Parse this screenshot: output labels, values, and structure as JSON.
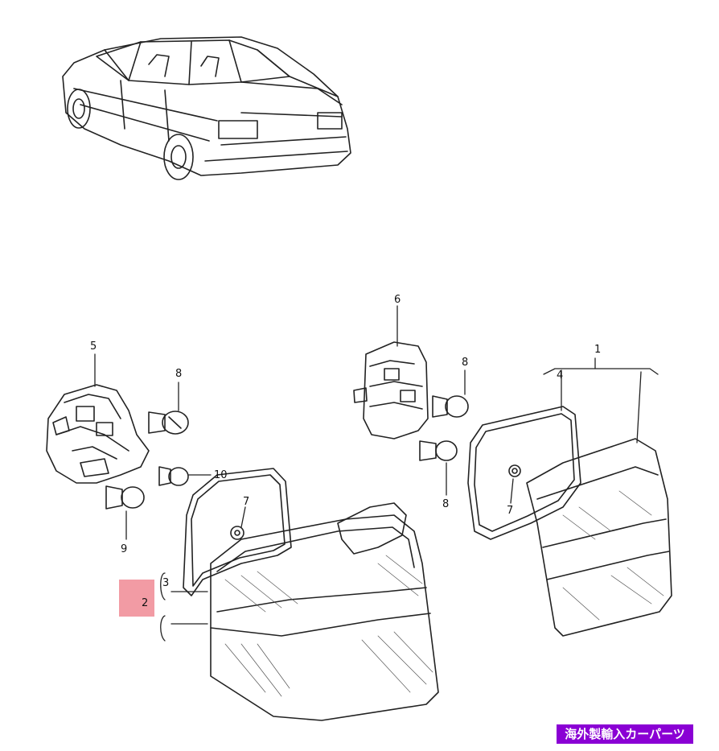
{
  "callouts": {
    "c1": "1",
    "c2": "2",
    "c3": "3",
    "c4": "4",
    "c5": "5",
    "c6": "6",
    "c7a": "7",
    "c7b": "7",
    "c8a": "8",
    "c8b": "8",
    "c8c": "8",
    "c9": "9",
    "c10": "10"
  },
  "watermark": "海外製輸入カーパーツ",
  "colors": {
    "highlight": "#f08a94",
    "watermark_bg": "#8a00d4",
    "line": "#222222"
  }
}
